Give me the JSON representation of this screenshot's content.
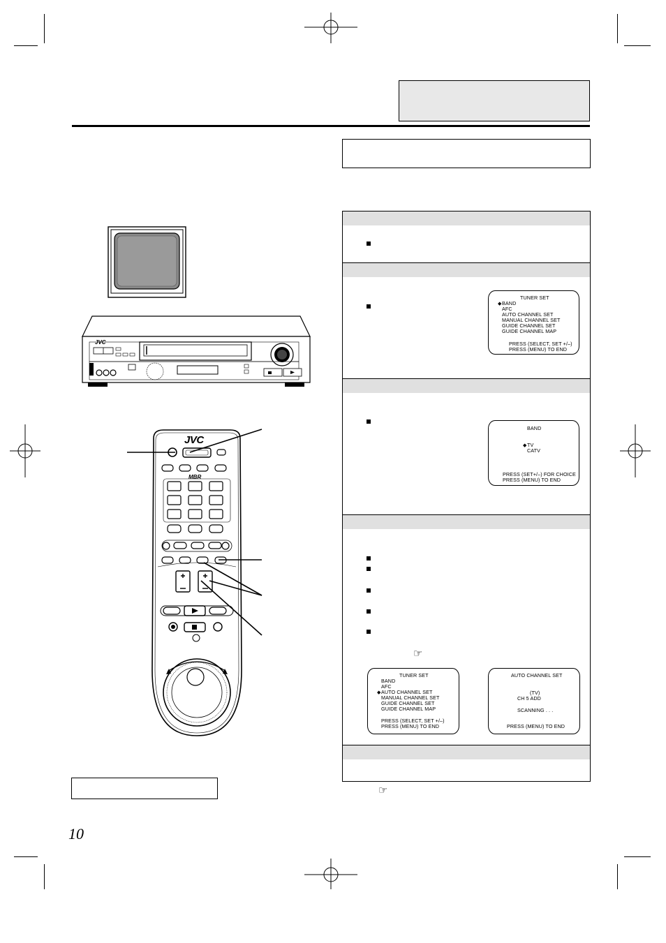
{
  "page": {
    "number": "10"
  },
  "tuner_set_menu": {
    "title": "TUNER SET",
    "items": [
      "BAND",
      "AFC",
      "AUTO CHANNEL SET",
      "MANUAL CHANNEL SET",
      "GUIDE  CHANNEL SET",
      "GUIDE  CHANNEL MAP"
    ],
    "footer": [
      "PRESS (SELECT, SET +/–)",
      "PRESS (MENU) TO END"
    ]
  },
  "band_menu": {
    "title": "BAND",
    "options": [
      "TV",
      "CATV"
    ],
    "footer": [
      "PRESS (SET+/–) FOR CHOICE",
      "PRESS (MENU) TO END"
    ]
  },
  "tuner_set_menu_2": {
    "title": "TUNER SET",
    "items": [
      "BAND",
      "AFC",
      "AUTO CHANNEL SET",
      "MANUAL CHANNEL SET",
      "GUIDE CHANNEL SET",
      "GUIDE CHANNEL MAP"
    ],
    "footer": [
      "PRESS (SELECT, SET +/–)",
      "PRESS (MENU) TO END"
    ]
  },
  "auto_channel_menu": {
    "title": "AUTO CHANNEL SET",
    "band": "(TV)",
    "channel": "CH 5 ADD",
    "status": "SCANNING . . .",
    "footer": "PRESS (MENU) TO END"
  },
  "vcr": {
    "brand": "JVC"
  },
  "remote": {
    "brand": "JVC",
    "logo2": "MBR"
  },
  "icons": {
    "pointer": "☞",
    "selector": "◆"
  }
}
